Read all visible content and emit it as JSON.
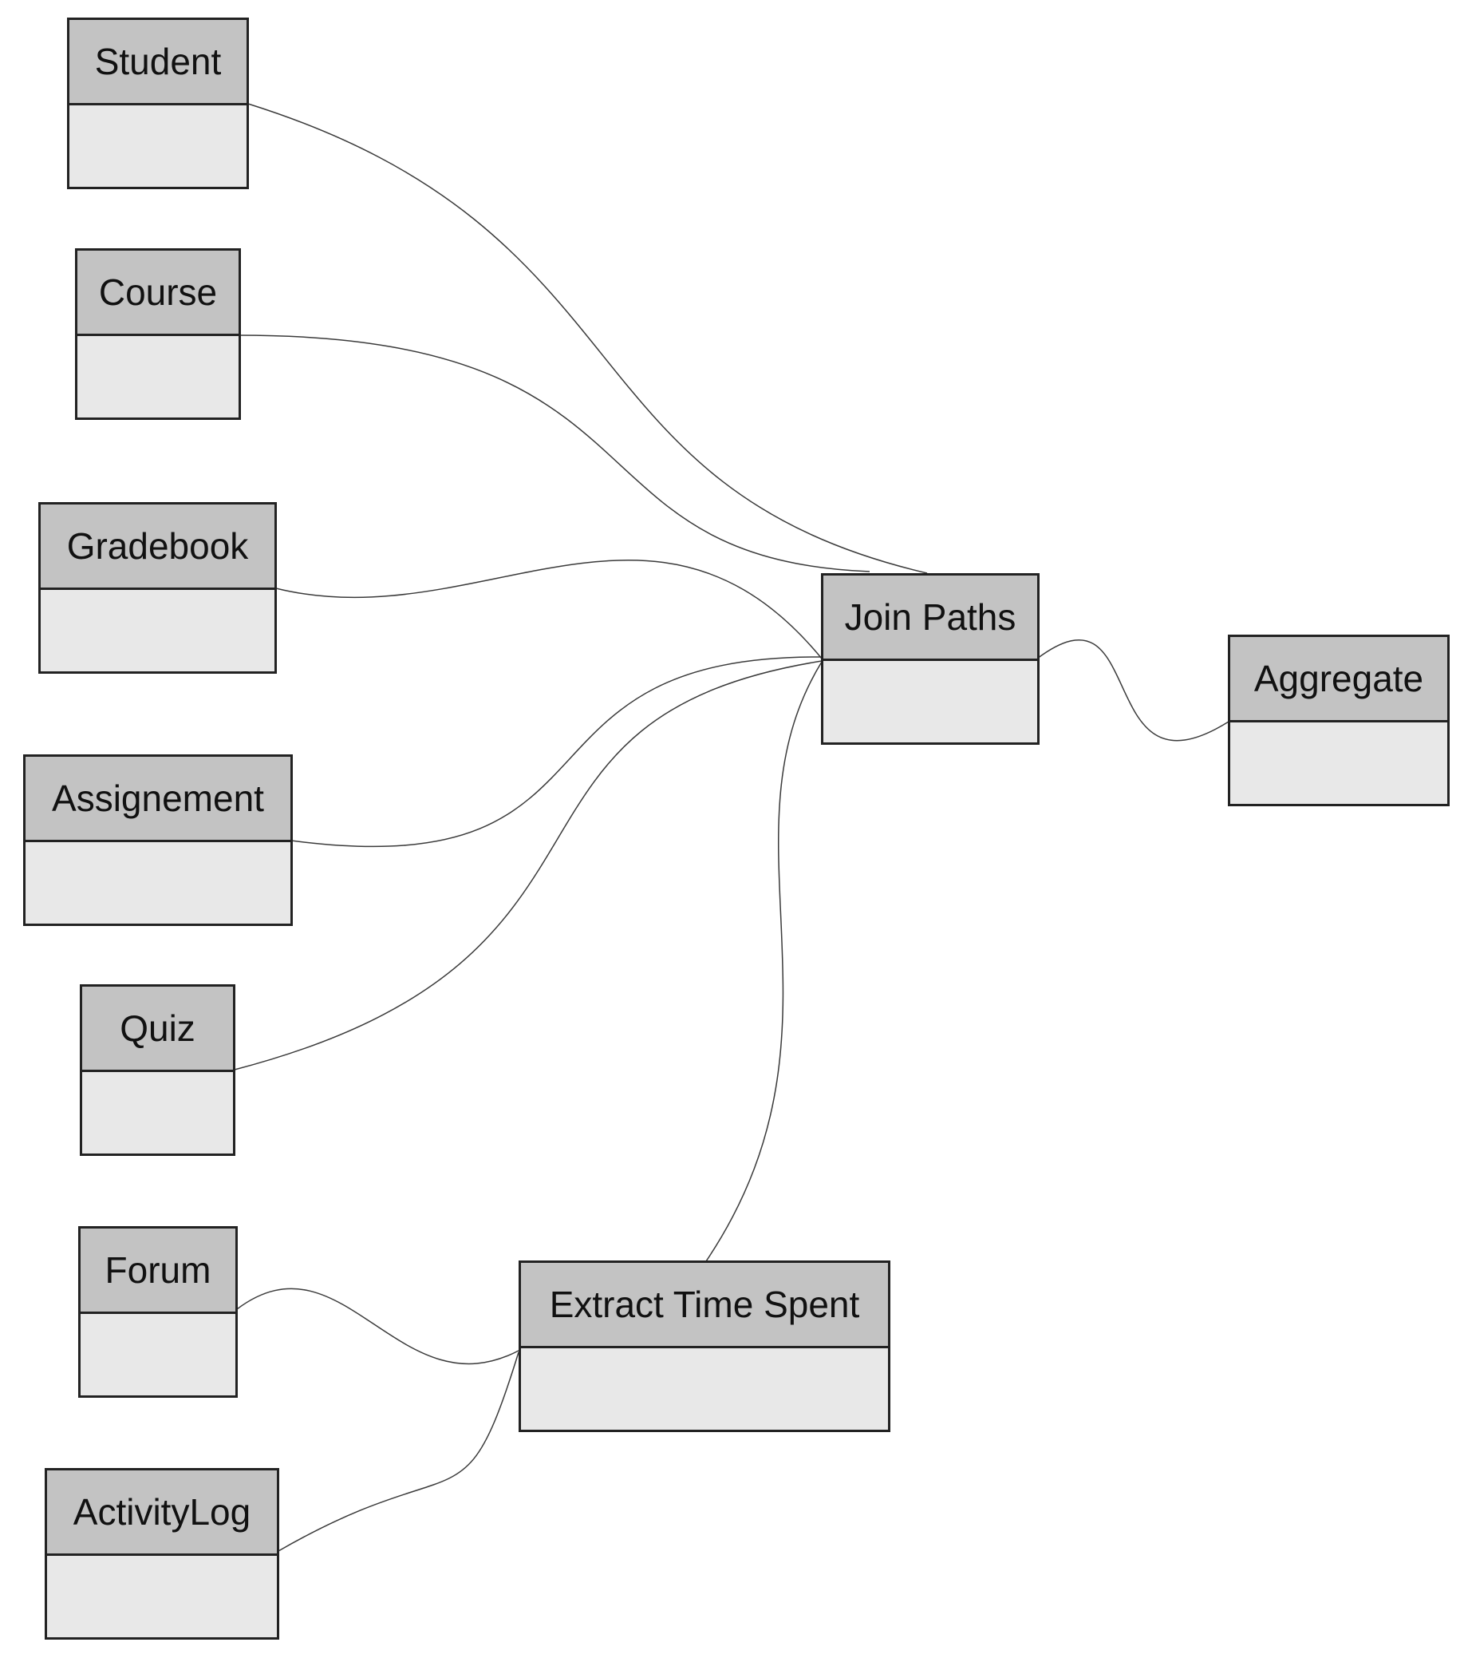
{
  "nodes": [
    {
      "id": "student",
      "label": "Student"
    },
    {
      "id": "course",
      "label": "Course"
    },
    {
      "id": "gradebook",
      "label": "Gradebook"
    },
    {
      "id": "assignement",
      "label": "Assignement"
    },
    {
      "id": "quiz",
      "label": "Quiz"
    },
    {
      "id": "forum",
      "label": "Forum"
    },
    {
      "id": "activitylog",
      "label": "ActivityLog"
    },
    {
      "id": "extract-time-spent",
      "label": "Extract Time Spent"
    },
    {
      "id": "join-paths",
      "label": "Join Paths"
    },
    {
      "id": "aggregate",
      "label": "Aggregate"
    }
  ],
  "edges": [
    {
      "from": "student",
      "to": "join-paths"
    },
    {
      "from": "course",
      "to": "join-paths"
    },
    {
      "from": "gradebook",
      "to": "join-paths"
    },
    {
      "from": "assignement",
      "to": "join-paths"
    },
    {
      "from": "quiz",
      "to": "join-paths"
    },
    {
      "from": "extract-time-spent",
      "to": "join-paths"
    },
    {
      "from": "forum",
      "to": "extract-time-spent"
    },
    {
      "from": "activitylog",
      "to": "extract-time-spent"
    },
    {
      "from": "join-paths",
      "to": "aggregate"
    }
  ]
}
